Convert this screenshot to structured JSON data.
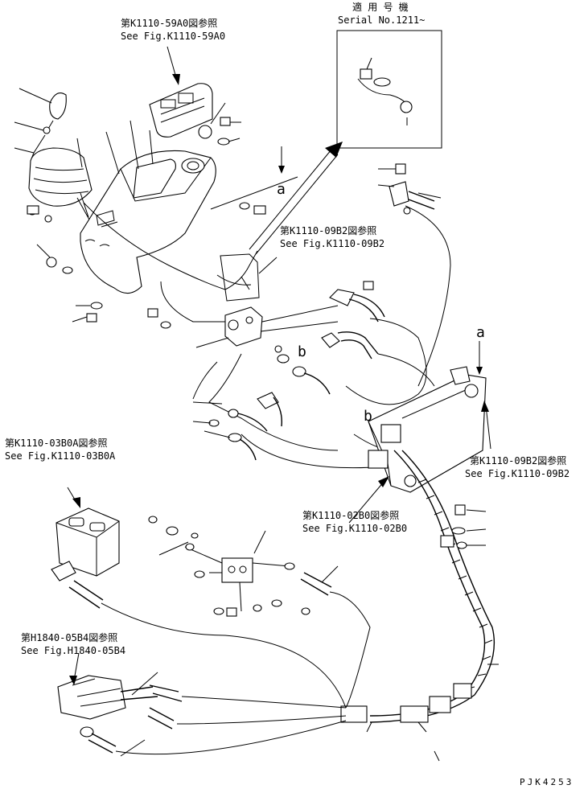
{
  "references": {
    "monitor": {
      "jp": "第K1110-59A0図参照",
      "en": "See Fig.K1110-59A0"
    },
    "serial": {
      "jp": "適 用 号 機",
      "en": "Serial No.1211~"
    },
    "harness_upper": {
      "jp": "第K1110-09B2図参照",
      "en": "See Fig.K1110-09B2"
    },
    "harness_right": {
      "jp": "第K1110-09B2図参照",
      "en": "See Fig.K1110-09B2"
    },
    "switch_box": {
      "jp": "第K1110-03B0A図参照",
      "en": "See Fig.K1110-03B0A"
    },
    "bracket": {
      "jp": "第K1110-02B0図参照",
      "en": "See Fig.K1110-02B0"
    },
    "valve": {
      "jp": "第H1840-05B4図参照",
      "en": "See Fig.H1840-05B4"
    }
  },
  "markers": {
    "a": "a",
    "b": "b"
  },
  "drawing_code": "PJK4253"
}
